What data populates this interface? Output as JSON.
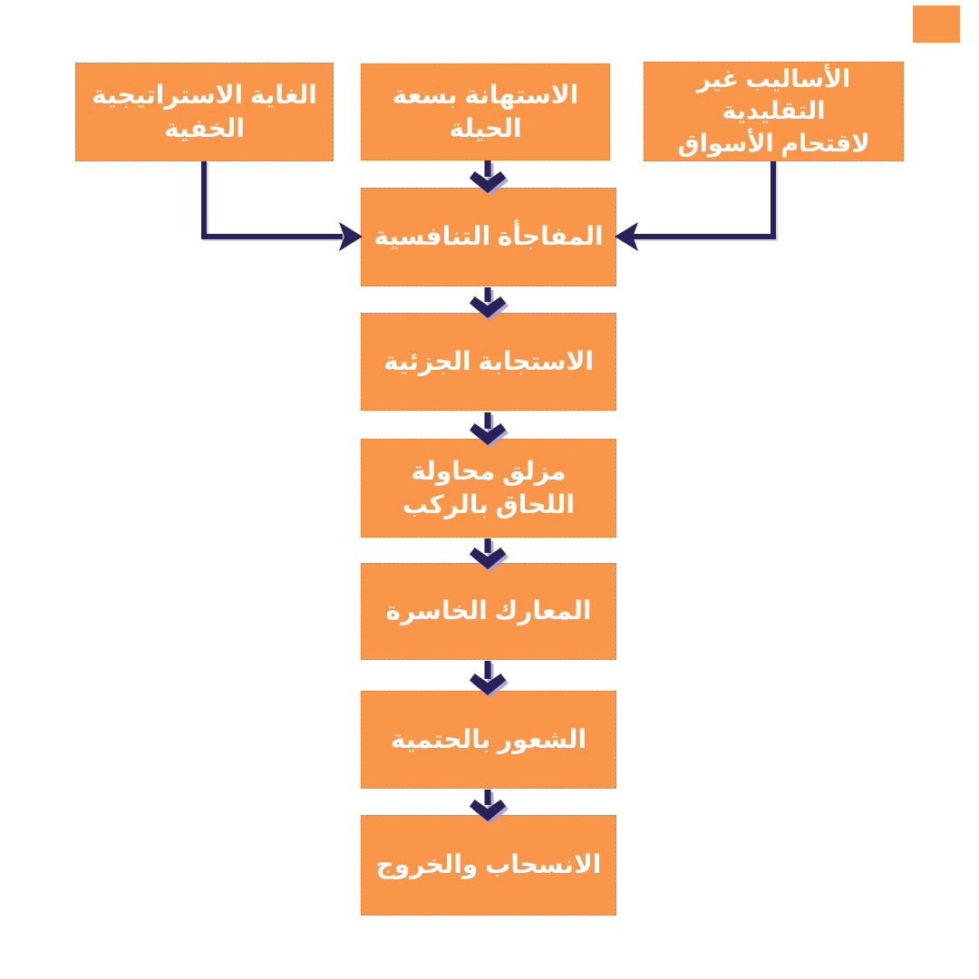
{
  "diagram": {
    "type": "flowchart",
    "direction": "top-to-bottom",
    "language": "ar"
  },
  "colors": {
    "background": "#FFFFFF",
    "box_fill": "#F9964A",
    "box_border": "#E07F35",
    "box_text": "#FFFFFF",
    "arrow": "#29215A",
    "arrow_shadow": "#A79CC9"
  },
  "nodes": {
    "hidden_goal": {
      "label": "الغاية الاستراتيجية\nالخفية"
    },
    "underestimate": {
      "label": "الاستهانة بسعة\nالحيلة"
    },
    "unconventional": {
      "label": "الأساليب غير التقليدية\nلاقتحام الأسواق"
    },
    "surprise": {
      "label": "المفاجأة التنافسية"
    },
    "partial_response": {
      "label": "الاستجابة الجزئية"
    },
    "catchup_slide": {
      "label": "مزلق محاولة\nاللحاق بالركب"
    },
    "losing_battles": {
      "label": "المعارك الخاسرة"
    },
    "inevitability": {
      "label": "الشعور بالحتمية"
    },
    "withdrawal_exit": {
      "label": "الانسحاب والخروج"
    }
  },
  "edges": [
    {
      "from": "hidden_goal",
      "to": "surprise",
      "shape": "elbow-left"
    },
    {
      "from": "underestimate",
      "to": "surprise",
      "shape": "straight-down"
    },
    {
      "from": "unconventional",
      "to": "surprise",
      "shape": "elbow-right"
    },
    {
      "from": "surprise",
      "to": "partial_response",
      "shape": "straight-down"
    },
    {
      "from": "partial_response",
      "to": "catchup_slide",
      "shape": "straight-down"
    },
    {
      "from": "catchup_slide",
      "to": "losing_battles",
      "shape": "straight-down"
    },
    {
      "from": "losing_battles",
      "to": "inevitability",
      "shape": "straight-down"
    },
    {
      "from": "inevitability",
      "to": "withdrawal_exit",
      "shape": "straight-down"
    }
  ]
}
